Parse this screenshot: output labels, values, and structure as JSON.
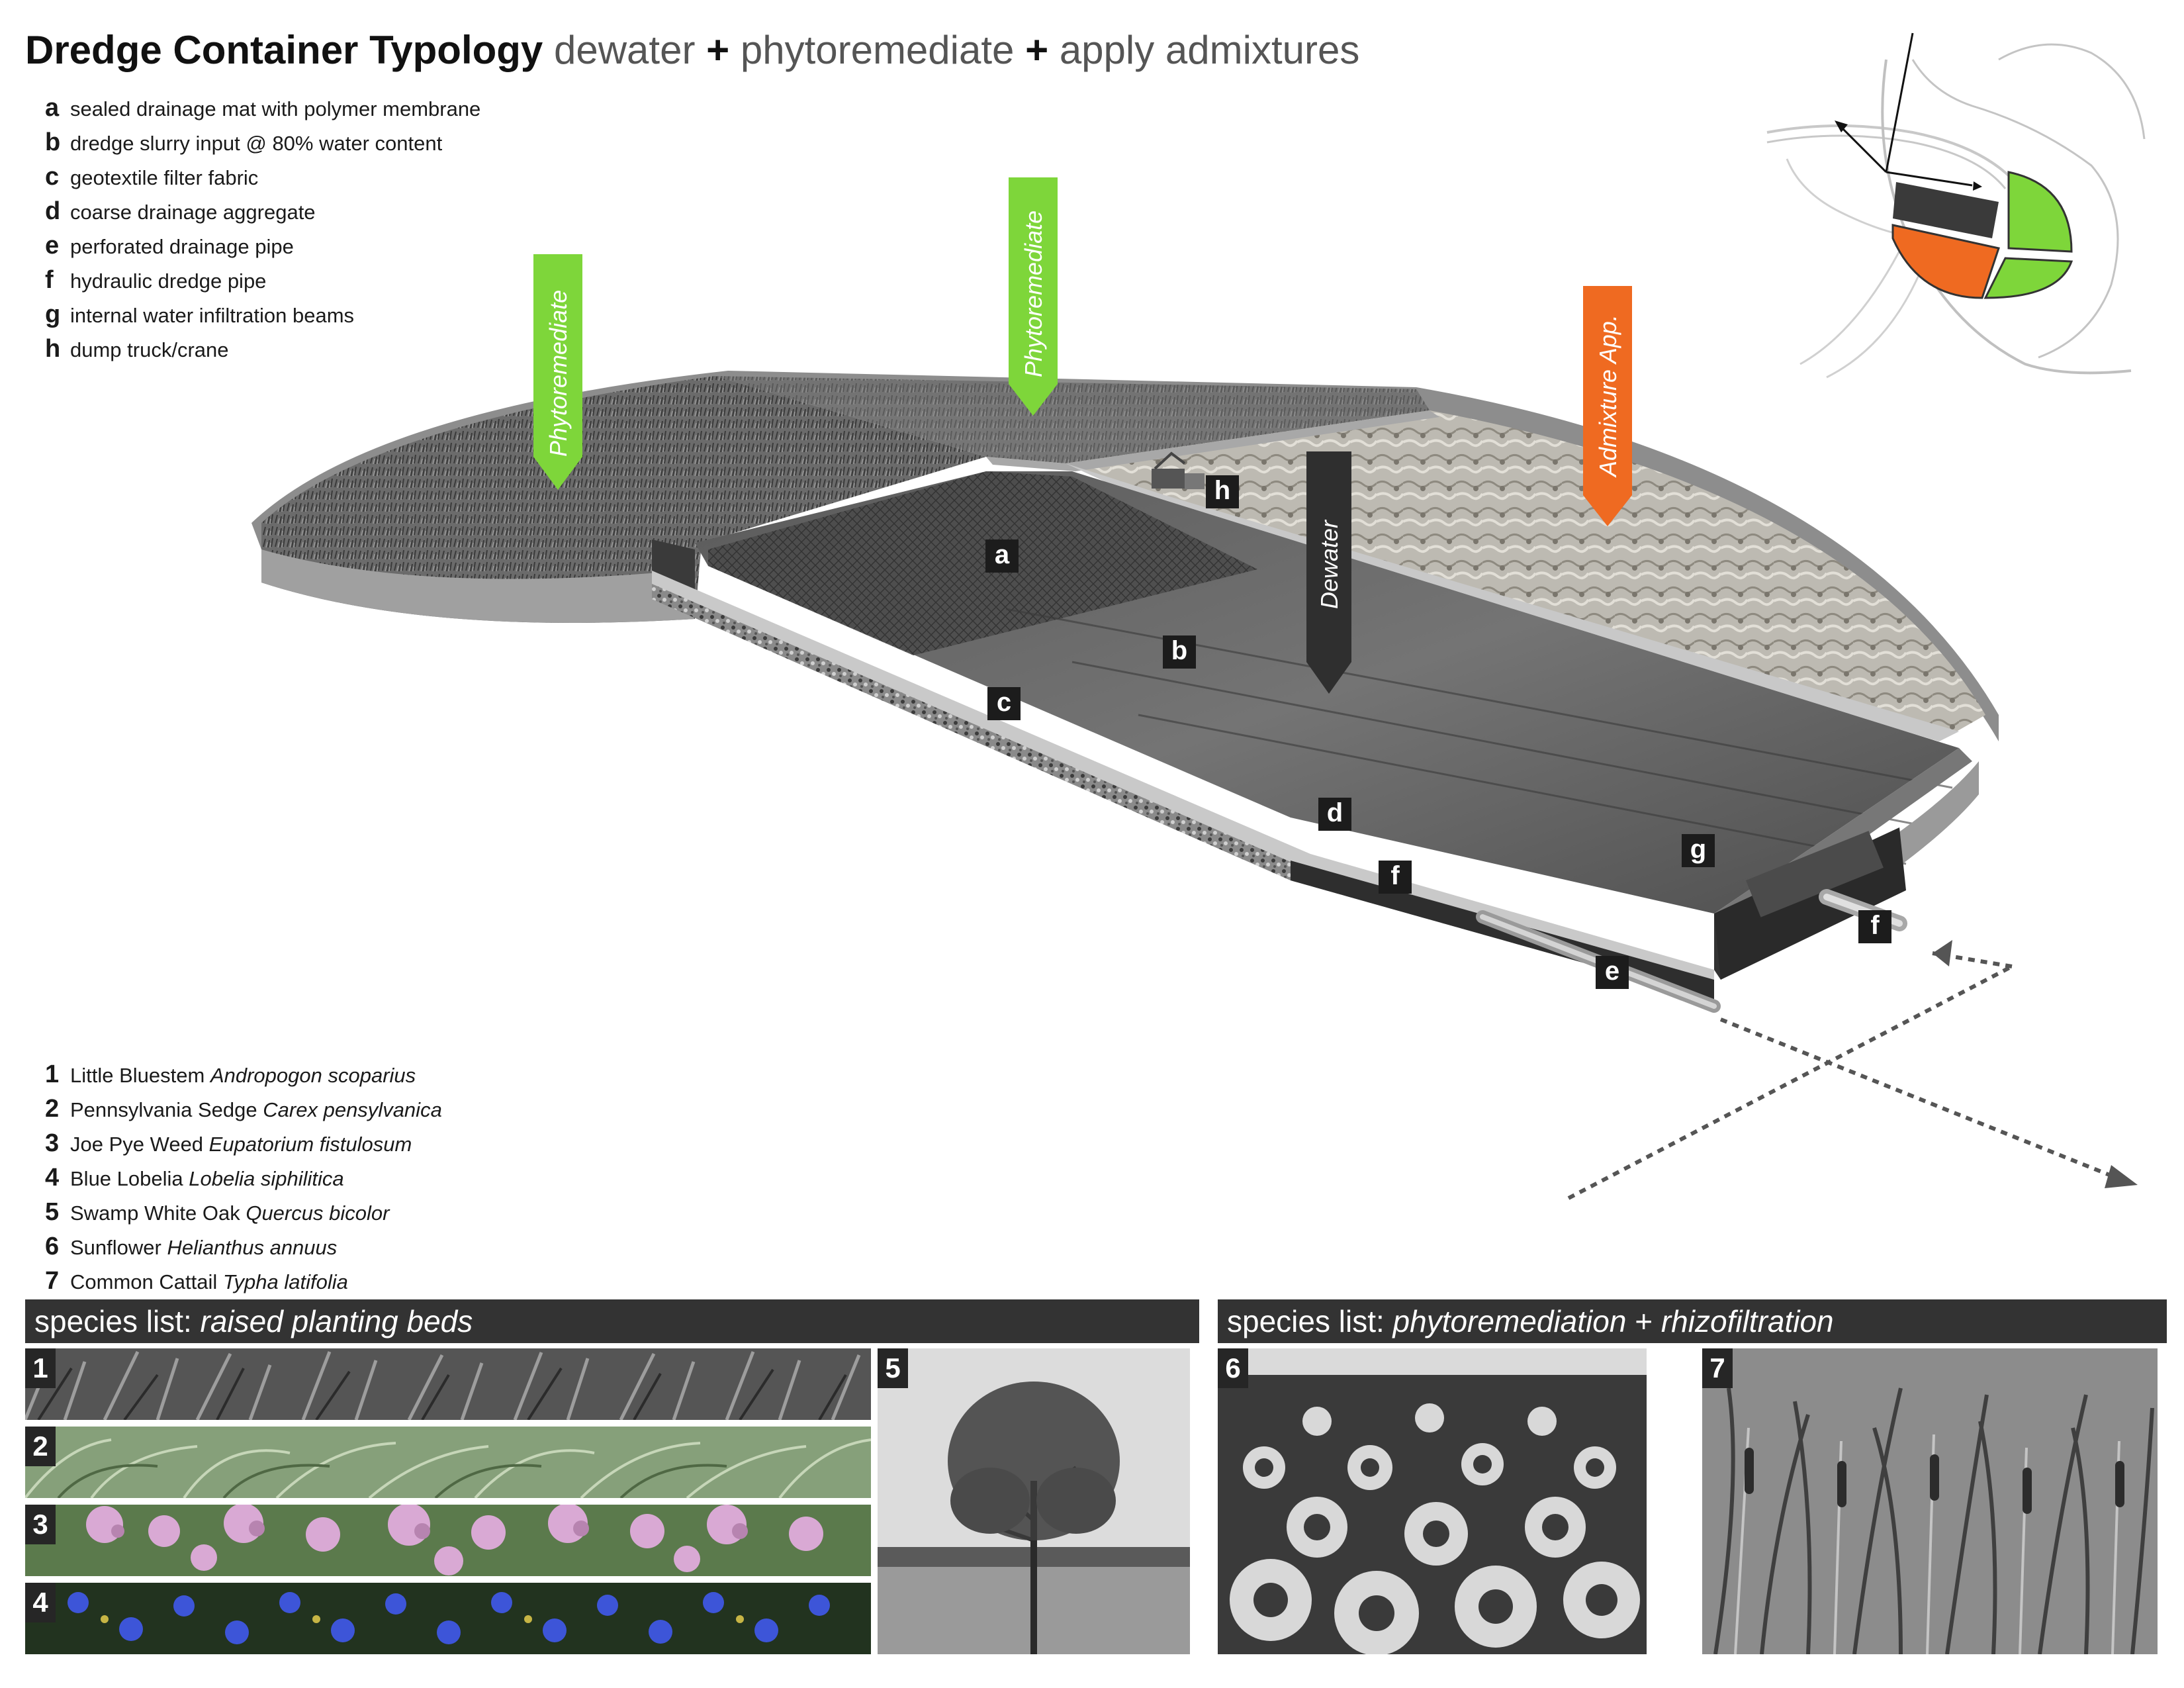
{
  "title": {
    "bold": "Dredge Container Typology",
    "part1": "dewater",
    "plus": "+",
    "part2": "phytoremediate",
    "part3": "apply admixtures"
  },
  "components": [
    {
      "key": "a",
      "label": "sealed drainage mat with polymer membrane"
    },
    {
      "key": "b",
      "label": "dredge slurry input @ 80% water content"
    },
    {
      "key": "c",
      "label": "geotextile filter fabric"
    },
    {
      "key": "d",
      "label": "coarse drainage aggregate"
    },
    {
      "key": "e",
      "label": "perforated drainage pipe"
    },
    {
      "key": "f",
      "label": "hydraulic dredge pipe"
    },
    {
      "key": "g",
      "label": "internal water infiltration beams"
    },
    {
      "key": "h",
      "label": "dump truck/crane"
    }
  ],
  "species": [
    {
      "num": "1",
      "common": "Little Bluestem",
      "latin": "Andropogon scoparius"
    },
    {
      "num": "2",
      "common": "Pennsylvania Sedge",
      "latin": "Carex pensylvanica"
    },
    {
      "num": "3",
      "common": "Joe Pye Weed",
      "latin": "Eupatorium fistulosum"
    },
    {
      "num": "4",
      "common": "Blue Lobelia",
      "latin": "Lobelia siphilitica"
    },
    {
      "num": "5",
      "common": "Swamp White Oak",
      "latin": "Quercus bicolor"
    },
    {
      "num": "6",
      "common": "Sunflower",
      "latin": "Helianthus annuus"
    },
    {
      "num": "7",
      "common": "Common Cattail",
      "latin": "Typha latifolia"
    }
  ],
  "arrows": {
    "phyto1": "Phytoremediate",
    "phyto2": "Phytoremediate",
    "admix": "Admixture App.",
    "dewater": "Dewater"
  },
  "banners": {
    "left_prefix": "species list: ",
    "left_italic": "raised planting beds",
    "right_prefix": "species list: ",
    "right_mid": "phytoremediation",
    "right_plus": " + ",
    "right_italic": "rhizofiltration"
  },
  "colors": {
    "green": "#7ed63a",
    "orange": "#ef6a21",
    "dark": "#2f2f2f",
    "banner": "#333333"
  }
}
